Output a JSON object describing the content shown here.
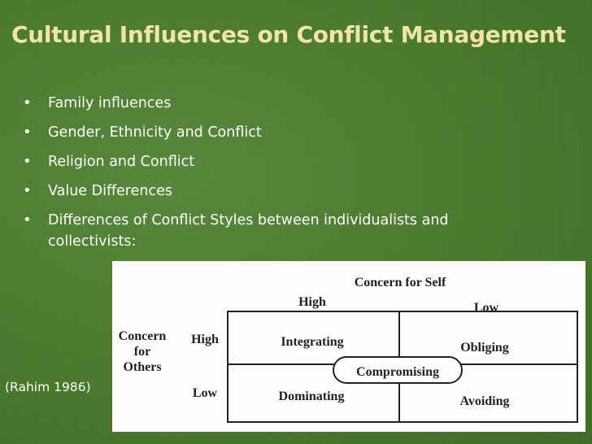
{
  "title": "Cultural Influences on Conflict Management",
  "bullets": [
    "Family influences",
    "Gender, Ethnicity and Conflict",
    "Religion and Conflict",
    "Value Differences",
    "Differences of Conflict Styles between individualists and collectivists:"
  ],
  "citation": "(Rahim 1986)",
  "figure": {
    "col_axis_title": "Concern for Self",
    "col_high": "High",
    "col_low": "Low",
    "row_axis_title": [
      "Concern",
      "for",
      "Others"
    ],
    "row_high": "High",
    "row_low": "Low",
    "cells": {
      "integrating": "Integrating",
      "obliging": "Obliging",
      "dominating": "Dominating",
      "avoiding": "Avoiding",
      "compromising": "Compromising"
    }
  },
  "colors": {
    "background": "#4b7a2e",
    "title": "#f2e3a6",
    "text": "#ffffff"
  }
}
